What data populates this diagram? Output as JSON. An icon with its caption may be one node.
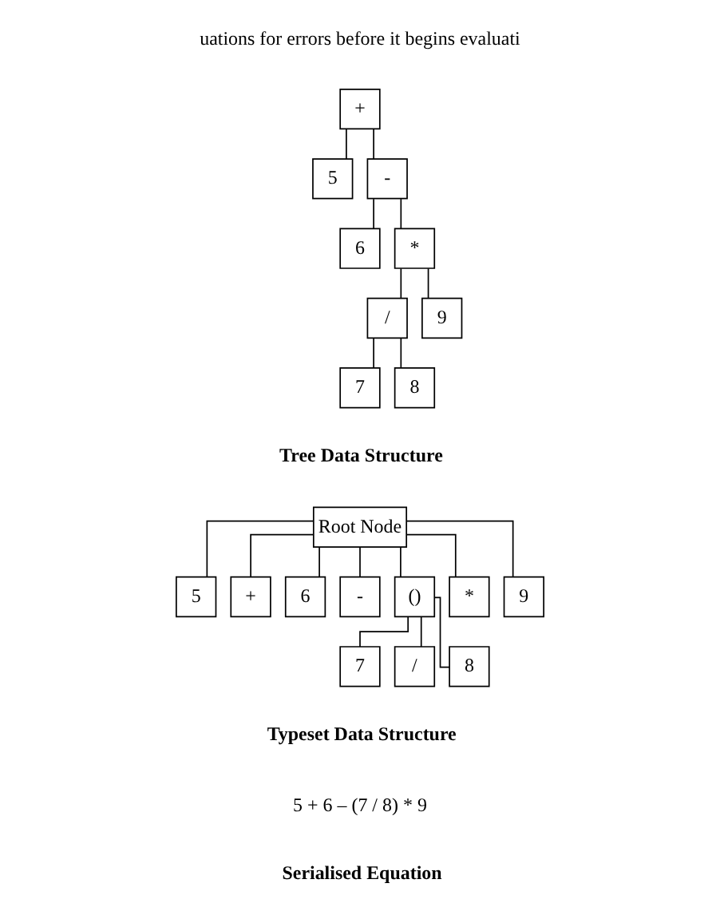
{
  "diagram": {
    "nodes": [
      {
        "text": [
          "+"
        ]
      },
      {
        "text": [
          "5"
        ]
      },
      {
        "text": [
          "-"
        ]
      },
      {
        "text": [
          "6"
        ]
      },
      {
        "text": [
          "*"
        ]
      },
      {
        "text": [
          "/"
        ]
      },
      {
        "text": [
          "9"
        ]
      },
      {
        "text": [
          "7"
        ]
      },
      {
        "text": [
          "8"
        ]
      },
      {
        "text": [
          "Root Node"
        ]
      },
      {
        "text": [
          "5"
        ]
      },
      {
        "text": [
          "+"
        ]
      },
      {
        "text": [
          "6"
        ]
      },
      {
        "text": [
          "-"
        ]
      },
      {
        "text": [
          "()"
        ]
      },
      {
        "text": [
          "*"
        ]
      },
      {
        "text": [
          "9"
        ]
      },
      {
        "text": [
          "7"
        ]
      },
      {
        "text": [
          "/"
        ]
      },
      {
        "text": [
          "8"
        ]
      }
    ],
    "edges": [
      {
        "from": 0,
        "to": 1,
        "arrow": "none"
      },
      {
        "from": 0,
        "to": 2,
        "arrow": "none"
      },
      {
        "from": 2,
        "to": 3,
        "arrow": "none"
      },
      {
        "from": 2,
        "to": 4,
        "arrow": "none"
      },
      {
        "from": 4,
        "to": 5,
        "arrow": "none"
      },
      {
        "from": 4,
        "to": 6,
        "arrow": "none"
      },
      {
        "from": 5,
        "to": 7,
        "arrow": "none"
      },
      {
        "from": 5,
        "to": 8,
        "arrow": "none"
      },
      {
        "from": 9,
        "to": 10,
        "arrow": "none"
      },
      {
        "from": 9,
        "to": 11,
        "arrow": "none"
      },
      {
        "from": 9,
        "to": 12,
        "arrow": "none"
      },
      {
        "from": 9,
        "to": 13,
        "arrow": "none"
      },
      {
        "from": 9,
        "to": 14,
        "arrow": "none"
      },
      {
        "from": 9,
        "to": 15,
        "arrow": "none"
      },
      {
        "from": 9,
        "to": 16,
        "arrow": "none"
      },
      {
        "from": 14,
        "to": 17,
        "arrow": "none"
      },
      {
        "from": 14,
        "to": 18,
        "arrow": "none"
      },
      {
        "from": 14,
        "to": 19,
        "arrow": "none"
      }
    ],
    "labels": [
      "uations for errors before it begins evaluati",
      "Tree Data Structure",
      "Typeset Data Structure",
      "5 + 6 – (7 / 8) * 9",
      "Serialised Equation"
    ]
  }
}
